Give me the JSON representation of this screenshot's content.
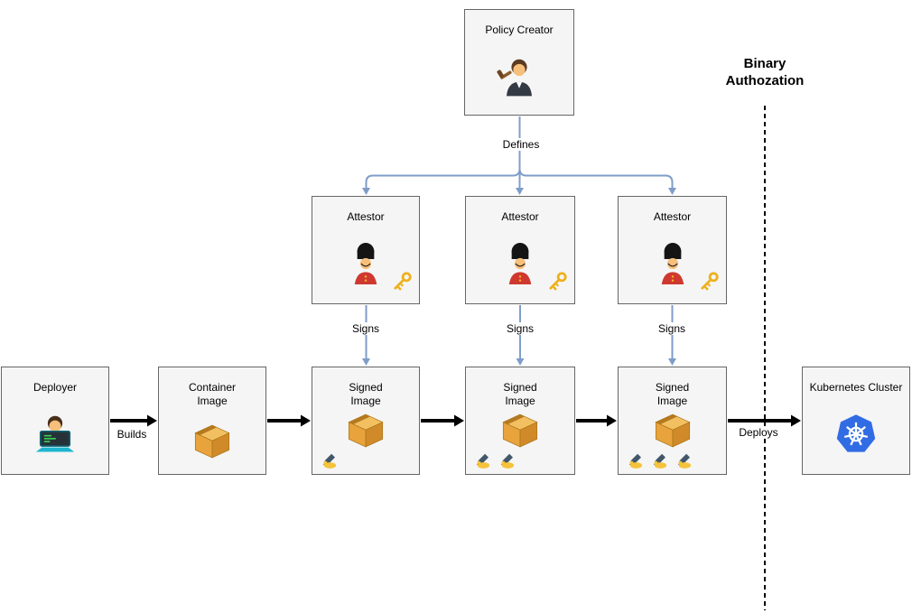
{
  "title": {
    "line1": "Binary",
    "line2": "Authozation"
  },
  "nodes": {
    "policy_creator": {
      "label": "Policy Creator",
      "icon": "judge-icon"
    },
    "attestors": [
      {
        "label": "Attestor",
        "icons": [
          "guard-icon",
          "key-icon"
        ]
      },
      {
        "label": "Attestor",
        "icons": [
          "guard-icon",
          "key-icon"
        ]
      },
      {
        "label": "Attestor",
        "icons": [
          "guard-icon",
          "key-icon"
        ]
      }
    ],
    "deployer": {
      "label": "Deployer",
      "icon": "technologist-icon"
    },
    "container_image": {
      "label": "Container Image",
      "icon": "package-icon"
    },
    "signed_images": [
      {
        "label": "Signed Image",
        "icon": "package-icon",
        "signatures": 1
      },
      {
        "label": "Signed Image",
        "icon": "package-icon",
        "signatures": 2
      },
      {
        "label": "Signed Image",
        "icon": "package-icon",
        "signatures": 3
      }
    ],
    "kubernetes_cluster": {
      "label": "Kubernetes Cluster",
      "icon": "kubernetes-icon"
    }
  },
  "edges": {
    "defines": "Defines",
    "signs": [
      "Signs",
      "Signs",
      "Signs"
    ],
    "builds": "Builds",
    "deploys": "Deploys"
  },
  "colors": {
    "box_fill": "#f5f5f5",
    "box_border": "#666666",
    "connector_blue": "#7f9dc9",
    "arrow_black": "#000000",
    "kubernetes_blue": "#326ce5"
  }
}
